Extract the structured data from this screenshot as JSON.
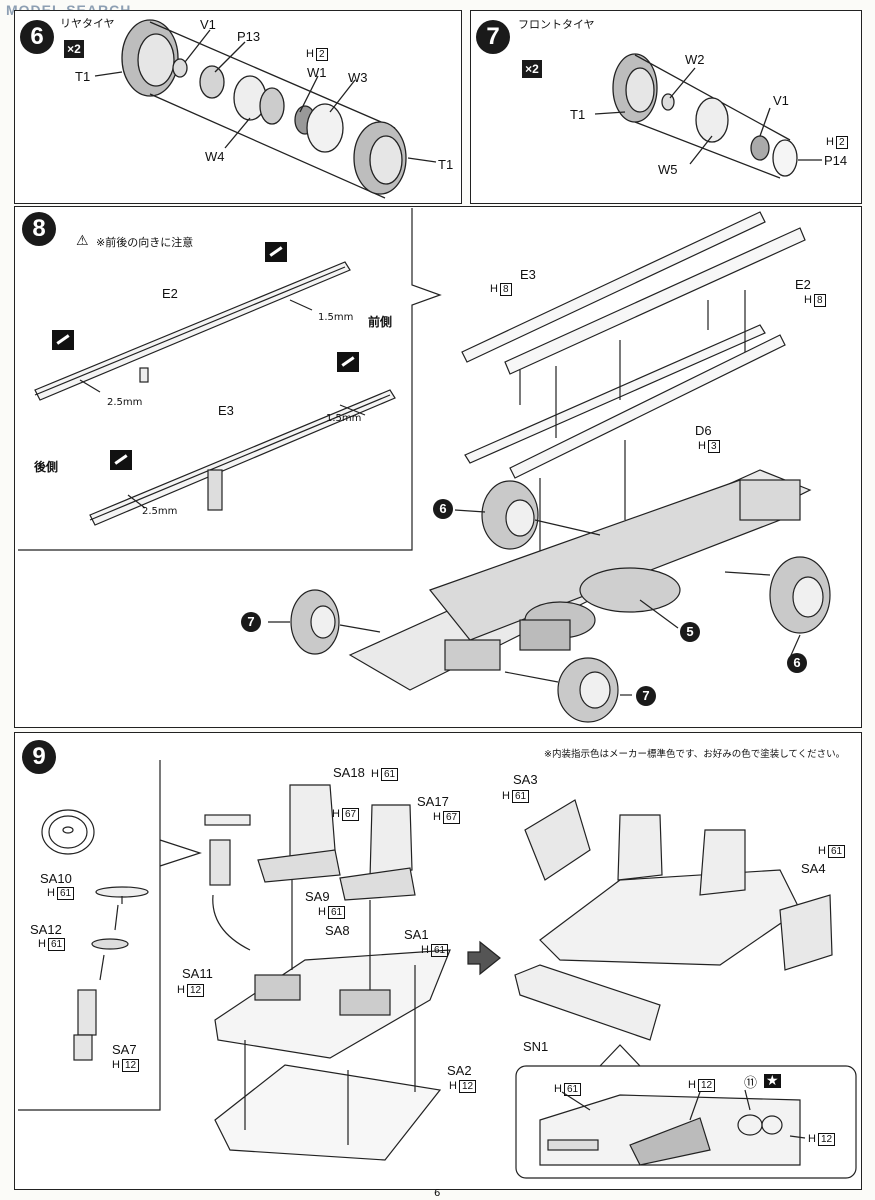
{
  "watermark": {
    "text": "MODEL SEARCH"
  },
  "steps": {
    "s6": {
      "number": "6",
      "title": "リヤタイヤ",
      "multiplier": "×2"
    },
    "s7": {
      "number": "7",
      "title": "フロントタイヤ",
      "multiplier": "×2"
    },
    "s8": {
      "number": "8",
      "caution": "※前後の向きに注意",
      "front": "前側",
      "rear": "後側"
    },
    "s9": {
      "number": "9",
      "note": "※内装指示色はメーカー標準色です、お好みの色で塗装してください。"
    }
  },
  "parts6": {
    "v1": "V1",
    "p13": "P13",
    "t1a": "T1",
    "w1": "W1",
    "w3": "W3",
    "w4": "W4",
    "t1b": "T1",
    "h": "H",
    "hv": "2"
  },
  "parts7": {
    "w2": "W2",
    "v1": "V1",
    "t1": "T1",
    "w5": "W5",
    "p14": "P14",
    "h": "H",
    "hv": "2"
  },
  "parts8": {
    "e2": "E2",
    "e3": "E3",
    "m1": "1.5mm",
    "m2": "2.5mm",
    "m3": "1.5mm",
    "m4": "2.5mm",
    "e3r": "E3",
    "e3h": "8",
    "e2r": "E2",
    "e2h": "8",
    "d6": "D6",
    "d6h": "3",
    "h": "H",
    "ref6a": "6",
    "ref6b": "6",
    "ref7a": "7",
    "ref7b": "7",
    "ref5": "5"
  },
  "parts9": {
    "sa18": "SA18",
    "sa18h": "61",
    "sa17": "SA17",
    "sa17h": "67",
    "seath": "67",
    "sa10": "SA10",
    "sa10h": "61",
    "sa12": "SA12",
    "sa12h": "61",
    "sa7": "SA7",
    "sa7h": "12",
    "sa9": "SA9",
    "sa9h": "61",
    "sa8": "SA8",
    "sa11": "SA11",
    "sa11h": "12",
    "sa1": "SA1",
    "sa1h": "61",
    "sa2": "SA2",
    "sa2h": "12",
    "sa3": "SA3",
    "sa3h": "61",
    "sa4": "SA4",
    "sa4h": "61",
    "sn1": "SN1",
    "dash1h": "61",
    "dash2h": "12",
    "dash3h": "12",
    "circ": "⑪",
    "h": "H"
  },
  "footer": {
    "page": "6"
  }
}
